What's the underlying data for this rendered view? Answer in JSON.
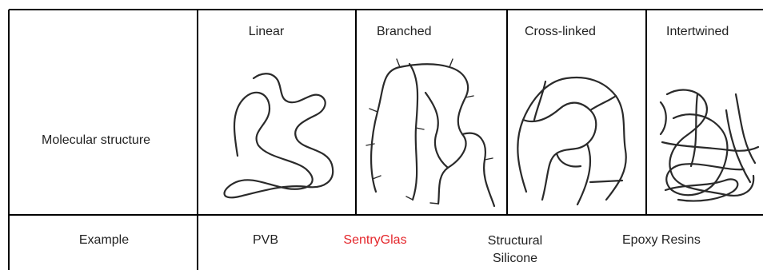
{
  "row_labels": {
    "structure": "Molecular structure",
    "example": "Example"
  },
  "columns": [
    {
      "heading": "Linear",
      "drawing": "linear-chain-drawing"
    },
    {
      "heading": "Branched",
      "drawing": "branched-chain-drawing"
    },
    {
      "heading": "Cross-linked",
      "drawing": "cross-linked-chain-drawing"
    },
    {
      "heading": "Intertwined",
      "drawing": "intertwined-chain-drawing"
    }
  ],
  "examples": [
    {
      "text": "PVB",
      "color": "#222222"
    },
    {
      "text": "SentryGlas",
      "color": "#e4262b"
    },
    {
      "text": "Structural Silicone",
      "color": "#222222"
    },
    {
      "text": "Epoxy Resins",
      "color": "#222222"
    }
  ],
  "colors": {
    "line": "#000000",
    "highlight": "#e4262b"
  }
}
